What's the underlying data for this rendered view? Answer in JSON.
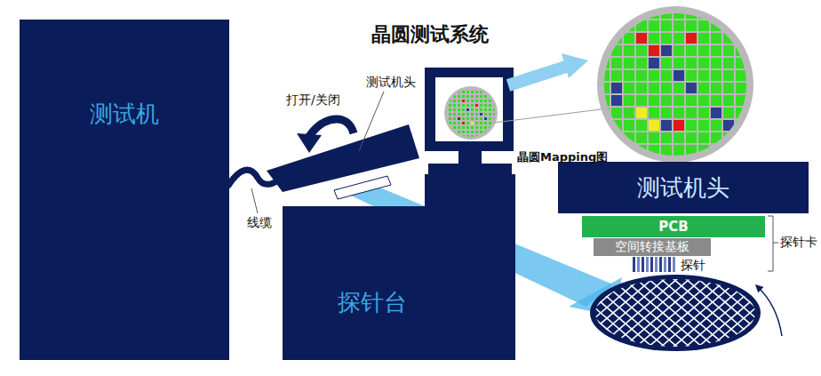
{
  "diagram": {
    "title": "晶圆测试系统",
    "nodes": [
      {
        "text": [
          "测试机"
        ]
      },
      {
        "text": [
          "探针台"
        ]
      },
      {
        "text": [
          "测试机头"
        ]
      },
      {
        "text": [
          "PCB"
        ]
      },
      {
        "text": [
          "空间转接基板"
        ]
      }
    ],
    "labels": [
      "打开/关闭",
      "测试机头",
      "线缆",
      "晶圆Mapping图",
      "探针",
      "探针卡"
    ]
  }
}
